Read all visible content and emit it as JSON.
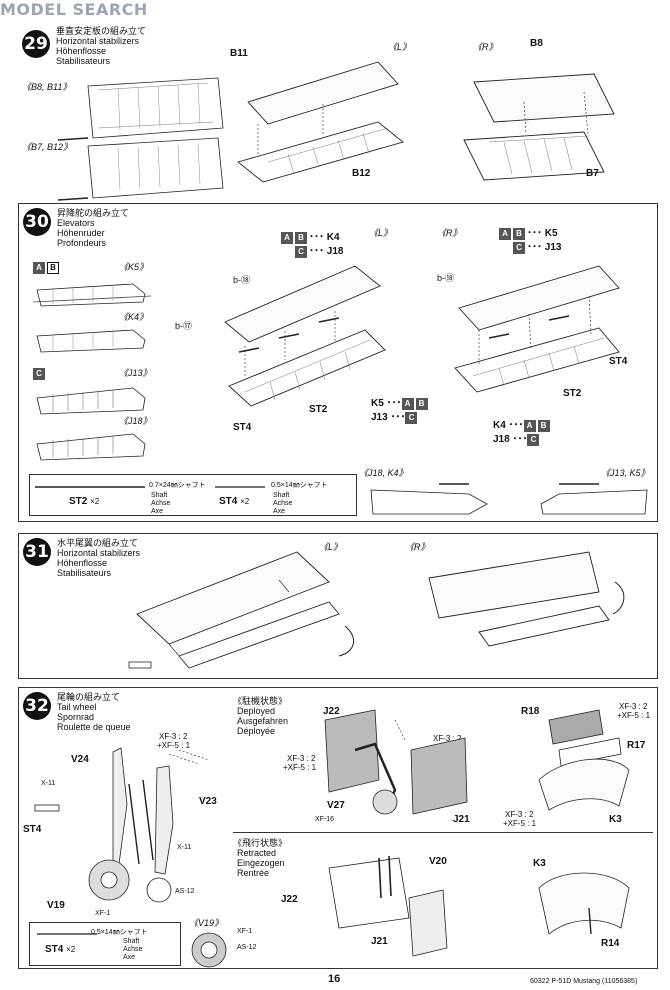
{
  "watermark": "MODEL SEARCH",
  "step29": {
    "num": "29",
    "title_jp": "垂直安定板の組み立て",
    "title_en": "Horizontal stabilizers",
    "title_de": "Höhenflosse",
    "title_fr": "Stabilisateurs",
    "left_label": "《L》",
    "right_label": "《R》",
    "sub1": "《B8, B11》",
    "sub2": "《B7, B12》",
    "b11": "B11",
    "b12": "B12",
    "b8": "B8",
    "b7": "B7"
  },
  "step30": {
    "num": "30",
    "title_jp": "昇降舵の組み立て",
    "title_en": "Elevators",
    "title_de": "Höhenruder",
    "title_fr": "Profondeurs",
    "left_label": "《L》",
    "right_label": "《R》",
    "ab": "A",
    "bb": "B",
    "cb": "C",
    "k5": "《K5》",
    "k4": "《K4》",
    "j13": "《J13》",
    "j18": "《J18》",
    "l_k4": "･･･ K4",
    "l_j18": "･･･ J18",
    "r_k5": "･･･ K5",
    "r_j13": "･･･ J13",
    "k5_ab": "K5 ･･･",
    "j13_c": "J13 ･･･",
    "k4_ab": "K4 ･･･",
    "j18_c": "J18 ･･･",
    "b18": "b-",
    "b17": "b-",
    "st2": "ST2",
    "st4": "ST4",
    "shaft1": "0.7×24㎜シャフト",
    "shaft2": "0.5×14㎜シャフト",
    "shaft_en": "Shaft",
    "shaft_de": "Achse",
    "shaft_fr": "Axe",
    "x2": "×2",
    "sub_j18k4": "《J18, K4》",
    "sub_j13k5": "《J13, K5》",
    "c18": "⑱",
    "c17": "⑰"
  },
  "step31": {
    "num": "31",
    "title_jp": "水平尾翼の組み立て",
    "title_en": "Horizontal stabilizers",
    "title_de": "Höhenflosse",
    "title_fr": "Stabilisateurs",
    "left_label": "《L》",
    "right_label": "《R》"
  },
  "step32": {
    "num": "32",
    "title_jp": "尾輪の組み立て",
    "title_en": "Tail wheel",
    "title_de": "Spornrad",
    "title_fr": "Roulette de queue",
    "deployed_jp": "《駐機状態》",
    "deployed_en": "Deployed",
    "deployed_de": "Ausgefahren",
    "deployed_fr": "Déployée",
    "retracted_jp": "《飛行状態》",
    "retracted_en": "Retracted",
    "retracted_de": "Eingezogen",
    "retracted_fr": "Rentrée",
    "v24": "V24",
    "v23": "V23",
    "v19": "V19",
    "v19p": "《V19》",
    "st4": "ST4",
    "x11": "X-11",
    "as12": "AS-12",
    "xf1": "XF-1",
    "xf16": "XF-16",
    "mix1": "XF-3 : 2",
    "mix2": "+XF-5 : 1",
    "j22": "J22",
    "j21": "J21",
    "v27": "V27",
    "v20": "V20",
    "r18": "R18",
    "r17": "R17",
    "r14": "R14",
    "k3": "K3",
    "shaft": "0.5×14㎜シャフト",
    "shaft_en": "Shaft",
    "shaft_de": "Achse",
    "shaft_fr": "Axe",
    "x2": "×2"
  },
  "page_number": "16",
  "footer": "60322  P-51D Mustang (11056385)"
}
